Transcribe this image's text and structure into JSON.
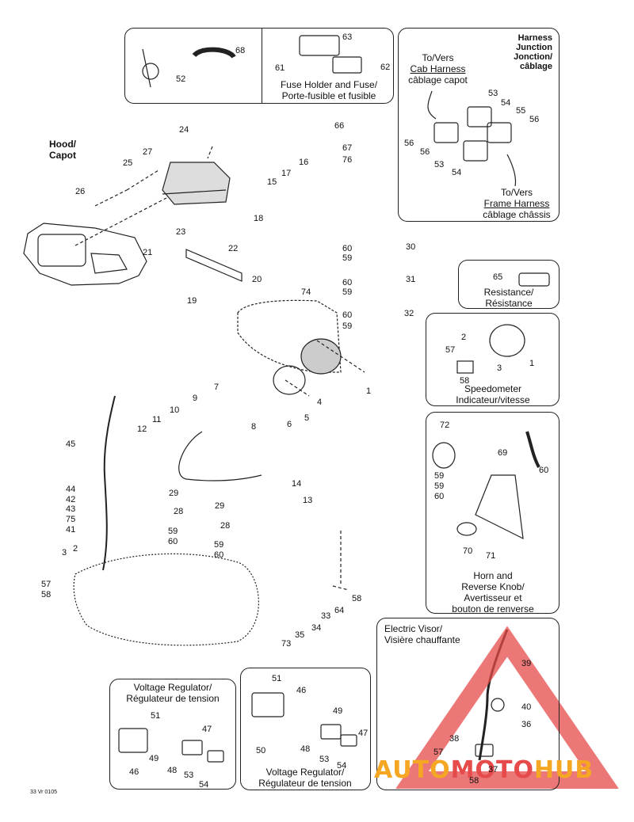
{
  "boxes": {
    "fuse": {
      "line1": "Fuse Holder and Fuse/",
      "line2": "Porte-fusible et fusible"
    },
    "harness": {
      "title1": "Harness",
      "title2": "Junction",
      "title3": "Jonction/",
      "title4": "câblage",
      "to_vers": "To/Vers",
      "cab_harness": "Cab Harness",
      "cablage_capot": "câblage capot",
      "to_vers2": "To/Vers",
      "frame_harness": "Frame Harness",
      "cablage_chassis": "câblage châssis"
    },
    "resistance": {
      "line1": "Resistance/",
      "line2": "Résistance"
    },
    "speedometer": {
      "line1": "Speedometer",
      "line2": "Indicateur/vitesse"
    },
    "horn": {
      "line1": "Horn and",
      "line2": "Reverse Knob/",
      "line3": "Avertisseur et",
      "line4": "bouton de renverse"
    },
    "visor": {
      "line1": "Electric Visor/",
      "line2": "Visière chauffante"
    },
    "regulator_left": {
      "line1": "Voltage Regulator/",
      "line2": "Régulateur de tension"
    },
    "regulator_right": {
      "line1": "Voltage Regulator/",
      "line2": "Régulateur de tension"
    }
  },
  "hood_label": {
    "line1": "Hood/",
    "line2": "Capot"
  },
  "drawing_code": "33 Vr 0105",
  "watermark": {
    "part1": "AUTO",
    "part2": "MOTO",
    "part3": "HUB",
    "color_red": "#e64a4a",
    "color_orange": "#f5a623"
  },
  "callouts": [
    "68",
    "63",
    "61",
    "52",
    "62",
    "53",
    "54",
    "55",
    "56",
    "56",
    "56",
    "53",
    "54",
    "24",
    "66",
    "27",
    "67",
    "16",
    "76",
    "25",
    "17",
    "26",
    "15",
    "18",
    "23",
    "22",
    "21",
    "20",
    "19",
    "60",
    "59",
    "30",
    "60",
    "59",
    "31",
    "74",
    "60",
    "59",
    "32",
    "65",
    "2",
    "57",
    "3",
    "1",
    "58",
    "1",
    "7",
    "9",
    "4",
    "10",
    "5",
    "8",
    "6",
    "11",
    "12",
    "45",
    "72",
    "59",
    "69",
    "60",
    "59",
    "60",
    "44",
    "42",
    "43",
    "75",
    "41",
    "14",
    "13",
    "29",
    "28",
    "29",
    "28",
    "59",
    "60",
    "59",
    "60",
    "70",
    "71",
    "3",
    "2",
    "57",
    "58",
    "58",
    "33",
    "64",
    "34",
    "35",
    "73",
    "39",
    "40",
    "36",
    "38",
    "57",
    "37",
    "58",
    "51",
    "46",
    "49",
    "47",
    "48",
    "53",
    "54",
    "50",
    "51",
    "47",
    "49",
    "48",
    "46",
    "53",
    "54"
  ]
}
